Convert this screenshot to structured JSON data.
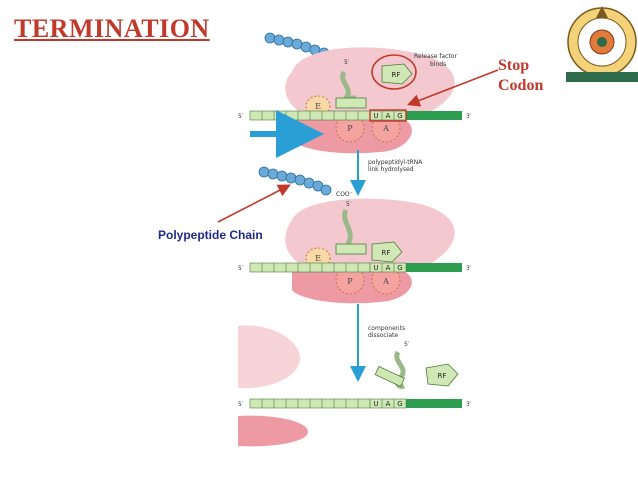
{
  "title": "TERMINATION",
  "callouts": {
    "stop_codon_line1": "Stop",
    "stop_codon_line2": "Codon",
    "polypeptide": "Polypeptide Chain"
  },
  "figure_labels": {
    "release_factor_line1": "Release factor",
    "release_factor_line2": "binds",
    "hydrolysis_line1": "polypeptidyl-tRNA",
    "hydrolysis_line2": "link hydrolysed",
    "dissociate_line1": "components",
    "dissociate_line2": "dissociate",
    "rf": "RF",
    "five_prime": "5′",
    "three_prime": "3′",
    "coo": "COO⁻",
    "site_e": "E",
    "site_p": "P",
    "site_a": "A",
    "codon_u": "U",
    "codon_a": "A",
    "codon_g": "G"
  },
  "colors": {
    "title": "#c0392b",
    "callout_red": "#c0392b",
    "callout_blue": "#1f2a8a",
    "ribosome_large": "#f3c9cf",
    "ribosome_small": "#ee9aa4",
    "mrna_box": "#cfe8b5",
    "mrna_tail": "#2e9d4f",
    "arrow_blue": "#2a9fd6",
    "bead_blue": "#4a90c8"
  },
  "logo": {
    "icon": "university-emblem-icon"
  }
}
